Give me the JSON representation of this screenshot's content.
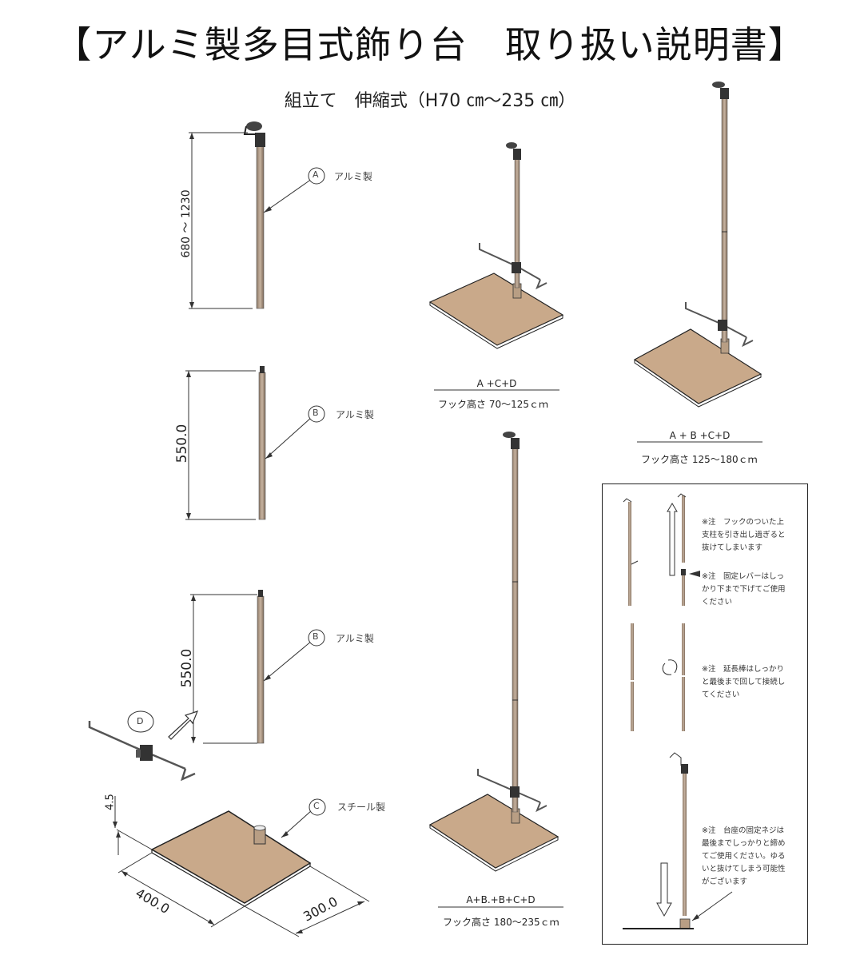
{
  "title": "【アルミ製多目式飾り台　取り扱い説明書】",
  "subtitle": "組立て　伸縮式（H70 ㎝～235 ㎝）",
  "parts": {
    "a": {
      "circle": "A",
      "label": "アルミ製",
      "dimension": "680 ～ 1230"
    },
    "b1": {
      "circle": "B",
      "label": "アルミ製",
      "dimension": "550.0"
    },
    "b2": {
      "circle": "B",
      "label": "アルミ製",
      "dimension": "550.0"
    },
    "c": {
      "circle": "C",
      "label": "スチール製",
      "dim_thickness": "4.5",
      "dim_width": "400.0",
      "dim_depth": "300.0"
    },
    "d": {
      "circle": "D"
    }
  },
  "configs": [
    {
      "formula": "A +C+D",
      "caption": "フック高さ 70～125ｃｍ"
    },
    {
      "formula": "A + B +C+D",
      "caption": "フック高さ 125～180ｃｍ"
    },
    {
      "formula": "A+B.+B+C+D",
      "caption": "フック高さ 180～235ｃｍ"
    }
  ],
  "notes": [
    {
      "lines": [
        "※注　フックのついた上",
        "支柱を引き出し過ぎると",
        "抜けてしまいます"
      ]
    },
    {
      "lines": [
        "※注　固定レバーはしっ",
        "かり下まで下げてご使用",
        "ください"
      ]
    },
    {
      "lines": [
        "※注　延長棒はしっかり",
        "と最後まで回して接続し",
        "てください"
      ]
    },
    {
      "lines": [
        "※注　台座の固定ネジは",
        "最後までしっかりと締め",
        "てご使用ください。ゆる",
        "いと抜けてしまう可能性",
        "がございます"
      ]
    }
  ],
  "colors": {
    "wood": "#c9a98a",
    "pole": "#b09a86",
    "line": "#333333"
  }
}
